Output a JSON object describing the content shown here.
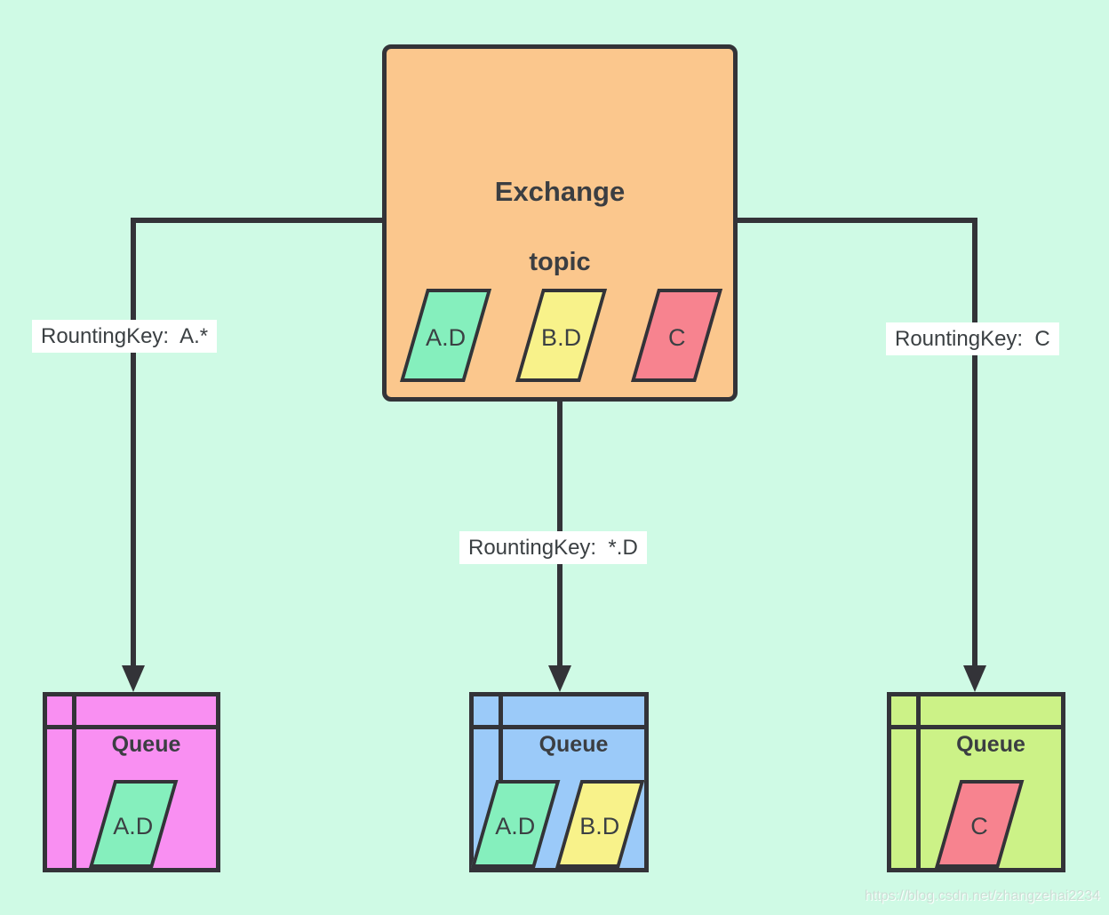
{
  "page": {
    "background_color": "#CFFAE5",
    "watermark": "https://blog.csdn.net/zhangzehai2234"
  },
  "colors": {
    "line": "#333338",
    "label_background": "#FFFFFF",
    "text": "#3B4043"
  },
  "exchange": {
    "title": "Exchange",
    "type": "topic",
    "fill": "#FBC78D",
    "messages": [
      {
        "label": "A.D",
        "fill": "#85EFBD"
      },
      {
        "label": "B.D",
        "fill": "#F8F28A"
      },
      {
        "label": "C",
        "fill": "#F7838F"
      }
    ]
  },
  "bindings": [
    {
      "label": "RountingKey:  A.*"
    },
    {
      "label": "RountingKey:  *.D"
    },
    {
      "label": "RountingKey:  C"
    }
  ],
  "queues": [
    {
      "title": "Queue",
      "fill": "#F98FF2",
      "messages": [
        {
          "label": "A.D",
          "fill": "#85EFBD"
        }
      ]
    },
    {
      "title": "Queue",
      "fill": "#9BCAF9",
      "messages": [
        {
          "label": "A.D",
          "fill": "#85EFBD"
        },
        {
          "label": "B.D",
          "fill": "#F8F28A"
        }
      ]
    },
    {
      "title": "Queue",
      "fill": "#CCF287",
      "messages": [
        {
          "label": "C",
          "fill": "#F7838F"
        }
      ]
    }
  ]
}
